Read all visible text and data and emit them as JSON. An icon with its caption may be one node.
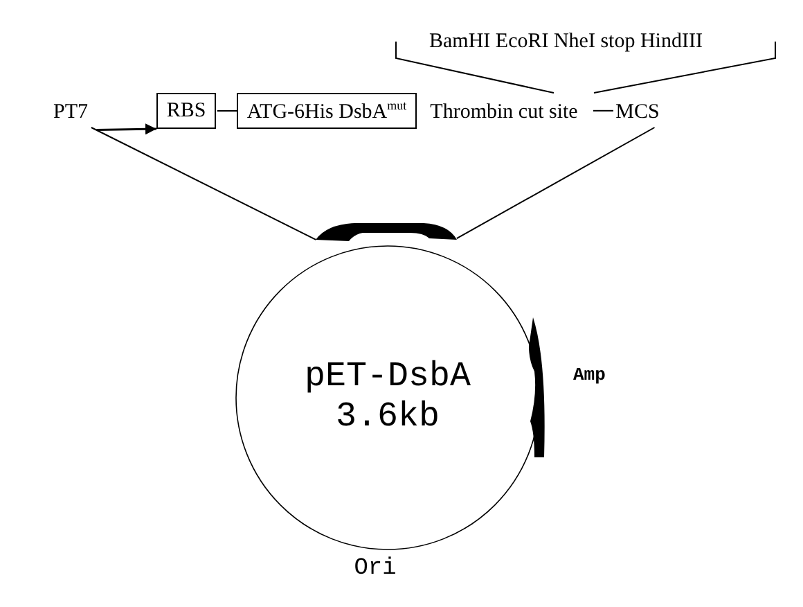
{
  "diagram": {
    "nodes": [
      {
        "text": [
          "PT7"
        ]
      },
      {
        "text": [
          "RBS"
        ]
      },
      {
        "text": [
          "ATG-6His DsbA$^{mut}$"
        ]
      },
      {
        "text": [
          "Thrombin cut site"
        ]
      },
      {
        "text": [
          "MCS"
        ]
      },
      {
        "text": [
          "pET-DsbA 3.6kb"
        ],
        "beside": [
          "Ori"
        ]
      },
      {
        "text": [],
        "shape": "bar"
      }
    ],
    "edges": [
      {
        "from": 0,
        "to": 1,
        "arrow": "to"
      },
      {
        "from": 1,
        "to": 2,
        "arrow": "none"
      },
      {
        "from": 3,
        "to": 4,
        "arrow": "none"
      },
      {
        "from": 6,
        "to": 0,
        "arrow": "none"
      },
      {
        "from": 6,
        "to": 4,
        "arrow": "none"
      }
    ],
    "labels": [
      "BamHI EcoRI NheI stop HindIII",
      "Amp"
    ]
  }
}
